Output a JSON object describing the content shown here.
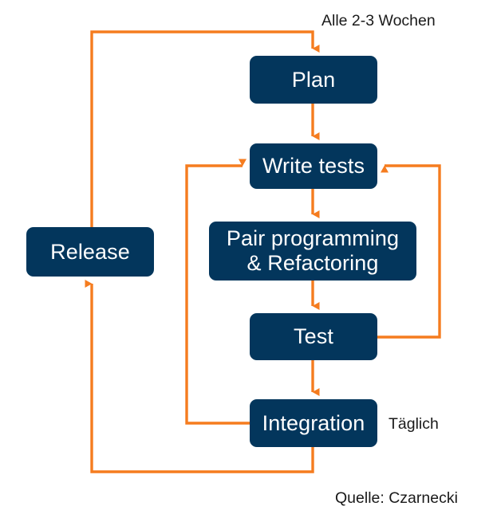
{
  "diagram": {
    "title": "Agile development cycle flow diagram",
    "colors": {
      "node_fill": "#03365C",
      "node_text": "#FFFFFF",
      "arrow": "#F57C1F",
      "caption_text": "#1A1A1A",
      "background": "#FFFFFF"
    },
    "nodes": [
      {
        "id": "plan",
        "label": "Plan"
      },
      {
        "id": "write-tests",
        "label": "Write tests"
      },
      {
        "id": "pair",
        "label": "Pair programming\n& Refactoring"
      },
      {
        "id": "test",
        "label": "Test"
      },
      {
        "id": "integration",
        "label": "Integration"
      },
      {
        "id": "release",
        "label": "Release"
      }
    ],
    "captions": [
      {
        "id": "alle",
        "text": "Alle 2-3 Wochen"
      },
      {
        "id": "taeglich",
        "text": "Täglich"
      },
      {
        "id": "quelle",
        "text": "Quelle: Czarnecki"
      }
    ],
    "connections": [
      {
        "id": "plan-to-write-tests",
        "from": "Plan",
        "to": "Write tests",
        "direction": "down"
      },
      {
        "id": "write-tests-to-pair",
        "from": "Write tests",
        "to": "Pair programming & Refactoring",
        "direction": "down"
      },
      {
        "id": "pair-to-test",
        "from": "Pair programming & Refactoring",
        "to": "Test",
        "direction": "down"
      },
      {
        "id": "test-to-write-tests",
        "from": "Test",
        "to": "Write tests",
        "direction": "right-loop"
      },
      {
        "id": "test-to-integration",
        "from": "Test",
        "to": "Integration",
        "direction": "down"
      },
      {
        "id": "integration-to-write-tests",
        "from": "Integration",
        "to": "Write tests",
        "direction": "left-loop"
      },
      {
        "id": "integration-to-release",
        "from": "Integration",
        "to": "Release",
        "direction": "bottom-left-loop"
      },
      {
        "id": "release-to-plan",
        "from": "Release",
        "to": "Plan",
        "direction": "top-left-loop"
      }
    ]
  }
}
